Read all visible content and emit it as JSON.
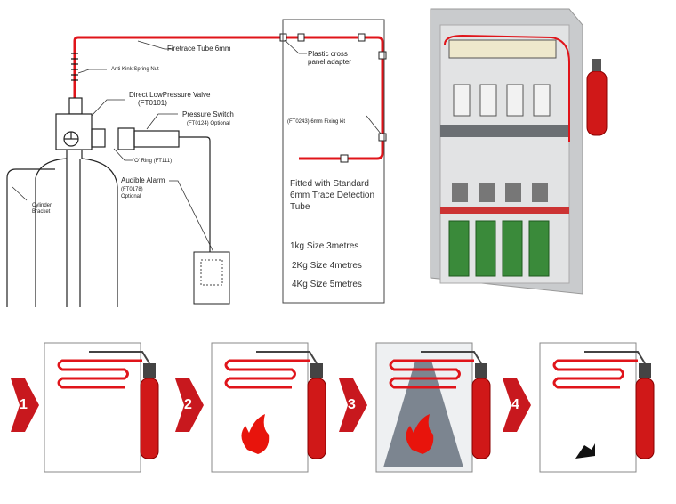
{
  "labels": {
    "firetrace_tube": "Firetrace Tube 6mm",
    "anti_kink": "Anti Kink Spring Nut",
    "valve": "Direct LowPressure Valve",
    "valve_code": "(FT0101)",
    "pressure_switch": "Pressure Switch",
    "pressure_switch_code": "(FT0124) Optional",
    "o_ring": "'O' Ring (FT111)",
    "audible_alarm": "Audible Alarm",
    "audible_alarm_code": "(FT0178)",
    "audible_alarm_opt": "Optional",
    "cylinder_bracket": "Cylinder Bracket",
    "cross_adapter": "Plastic cross panel adapter",
    "fixing_kit": "(FT0243) 6mm Fixing kit",
    "fitted": "Fitted with Standard 6mm Trace Detection Tube",
    "size1": "1kg Size 3metres",
    "size2": "2Kg Size 4metres",
    "size3": "4Kg Size 5metres"
  },
  "steps": [
    "1",
    "2",
    "3",
    "4"
  ],
  "colors": {
    "tube": "#e0141a",
    "arrow": "#c8181e",
    "cabinet": "#d4d6d8"
  }
}
